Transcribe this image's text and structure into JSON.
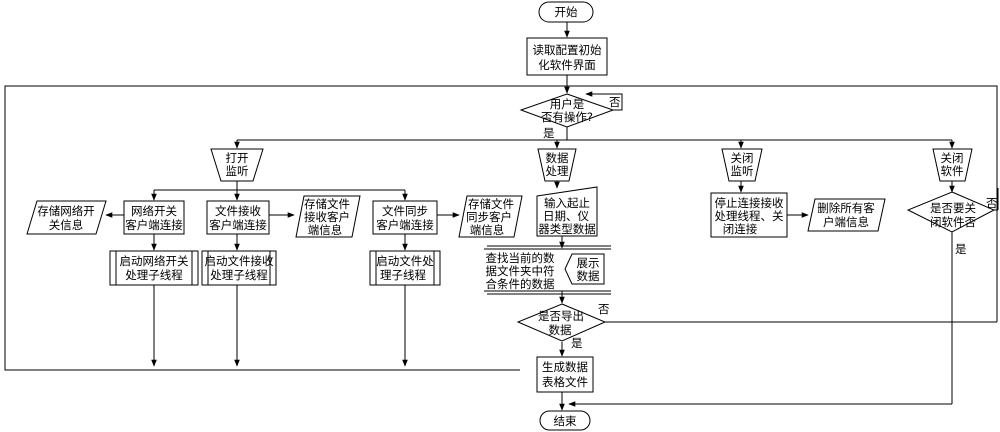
{
  "start": "开始",
  "read_config": [
    "读取配置初始",
    "化软件界面"
  ],
  "user_op": [
    "用户是",
    "否有操作?"
  ],
  "yes": "是",
  "no": "否",
  "open_listen": [
    "打开",
    "监听"
  ],
  "data_process": [
    "数据",
    "处理"
  ],
  "close_listen": [
    "关闭",
    "监听"
  ],
  "close_soft": [
    "关闭",
    "软件"
  ],
  "store_net": [
    "存储网络开",
    "关信息"
  ],
  "net_client": [
    "网络开关",
    "客户端连接"
  ],
  "file_client": [
    "文件接收",
    "客户端连接"
  ],
  "store_file_recv": [
    "存储文件",
    "接收客户",
    "端信息"
  ],
  "sync_client": [
    "文件同步",
    "客户端连接"
  ],
  "store_file_sync": [
    "存储文件",
    "同步客户",
    "端信息"
  ],
  "input_params": [
    "输入起止",
    "日期、仪",
    "器类型数据"
  ],
  "stop_threads": [
    "停止连接接收",
    "处理线程、关",
    "闭连接"
  ],
  "delete_clients": [
    "删除所有客",
    "户端信息"
  ],
  "confirm_close": [
    "是否要关",
    "闭软件否"
  ],
  "start_net": [
    "启动网络开关",
    "处理子线程"
  ],
  "start_file": [
    "启动文件接收",
    "处理子线程"
  ],
  "start_sync": [
    "启动文件处",
    "理子线程"
  ],
  "query_files": [
    "查找当前的数",
    "据文件夹中符",
    "合条件的数据"
  ],
  "show_data": [
    "展示",
    "数据"
  ],
  "export_q": [
    "是否导出",
    "数据"
  ],
  "gen_table": [
    "生成数据",
    "表格文件"
  ],
  "end": "结束"
}
